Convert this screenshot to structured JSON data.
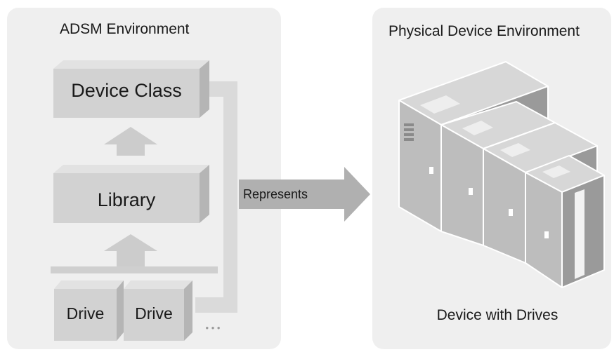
{
  "left_panel": {
    "title": "ADSM Environment"
  },
  "right_panel": {
    "title": "Physical Device Environment",
    "caption": "Device with Drives"
  },
  "blocks": {
    "device_class": "Device Class",
    "library": "Library",
    "drive_1": "Drive",
    "drive_2": "Drive",
    "ellipsis": "• • •"
  },
  "arrow": {
    "label": "Represents"
  }
}
